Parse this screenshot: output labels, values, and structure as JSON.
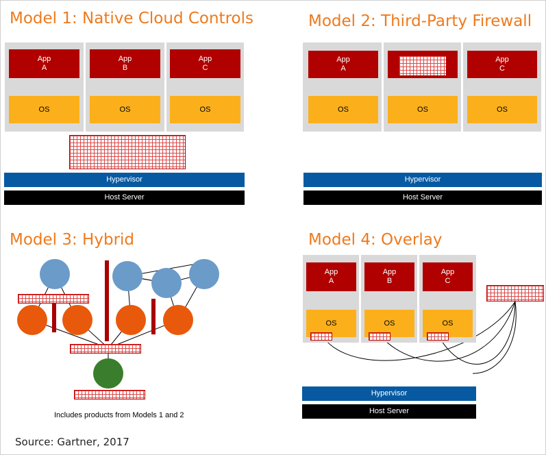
{
  "model1": {
    "title": "Model 1: Native Cloud Controls",
    "vms": [
      {
        "app": "App",
        "letter": "A",
        "os": "OS"
      },
      {
        "app": "App",
        "letter": "B",
        "os": "OS"
      },
      {
        "app": "App",
        "letter": "C",
        "os": "OS"
      }
    ],
    "hypervisor": "Hypervisor",
    "host": "Host Server"
  },
  "model2": {
    "title": "Model 2: Third-Party Firewall",
    "vms": [
      {
        "app": "App",
        "letter": "A",
        "os": "OS"
      },
      {
        "app": "",
        "letter": "",
        "os": "OS"
      },
      {
        "app": "App",
        "letter": "C",
        "os": "OS"
      }
    ],
    "hypervisor": "Hypervisor",
    "host": "Host Server"
  },
  "model3": {
    "title": "Model 3: Hybrid",
    "caption": "Includes products from Models 1 and 2"
  },
  "model4": {
    "title": "Model 4: Overlay",
    "vms": [
      {
        "app": "App",
        "letter": "A",
        "os": "OS"
      },
      {
        "app": "App",
        "letter": "B",
        "os": "OS"
      },
      {
        "app": "App",
        "letter": "C",
        "os": "OS"
      }
    ],
    "hypervisor": "Hypervisor",
    "host": "Host Server"
  },
  "source": "Source: Gartner, 2017",
  "colors": {
    "title": "#ee7a1d",
    "app": "#b10000",
    "os": "#fbb01b",
    "vm": "#d9d9d9",
    "hypervisor": "#075aa2",
    "host": "#000000",
    "firewall": "#c00000",
    "node_blue": "#6b9bc8",
    "node_orange": "#e8590c",
    "node_green": "#3a7d2c"
  }
}
